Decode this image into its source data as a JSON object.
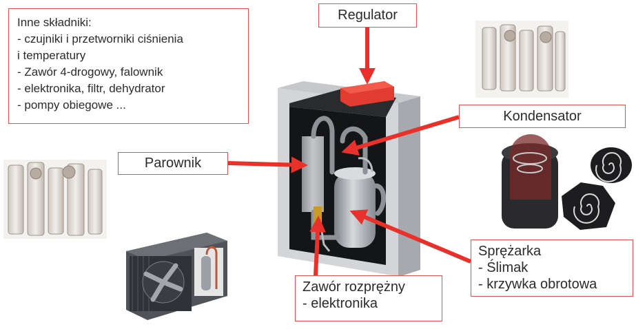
{
  "labels": {
    "notes": {
      "title": "Inne składniki:",
      "lines": [
        "- czujniki i przetworniki ciśnienia",
        "i temperatury",
        "- Zawór 4-drogowy, falownik",
        "- elektronika, filtr, dehydrator",
        "- pompy obiegowe ..."
      ]
    },
    "regulator": "Regulator",
    "kondensator": "Kondensator",
    "parownik": "Parownik",
    "sprezarka": {
      "title": "Sprężarka",
      "lines": [
        "- Ślimak",
        "- krzywka obrotowa"
      ]
    },
    "zawor": {
      "title": "Zawór rozprężny",
      "lines": [
        "- elektronika"
      ]
    }
  },
  "colors": {
    "arrow": "#e8312b",
    "box_border": "#d9534f",
    "cabinet": "#b9bbbe",
    "compressor": "#c0c4c8"
  }
}
